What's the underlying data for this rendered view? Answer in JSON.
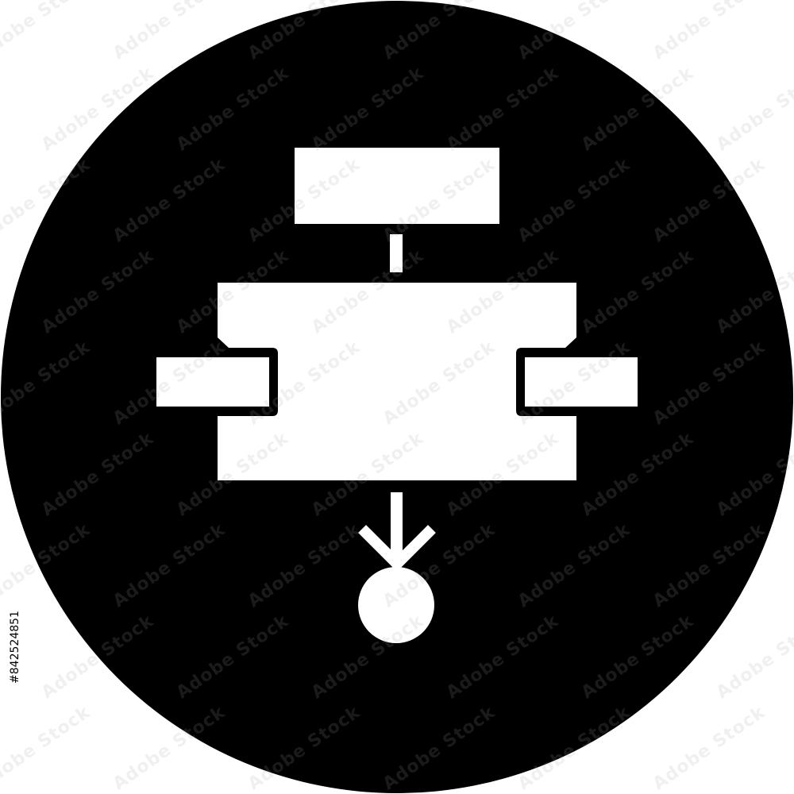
{
  "colors": {
    "background": "#ffffff",
    "badge_fill": "#000000",
    "glyph_fill": "#ffffff"
  },
  "icon": {
    "name": "flowchart-icon",
    "parts": [
      "top-process-box",
      "connector-line",
      "main-process-block",
      "left-input-tab",
      "right-output-tab",
      "down-arrow",
      "end-terminal-circle"
    ]
  },
  "watermark": {
    "text": "Adobe Stock"
  },
  "stock_id": "#842524851"
}
